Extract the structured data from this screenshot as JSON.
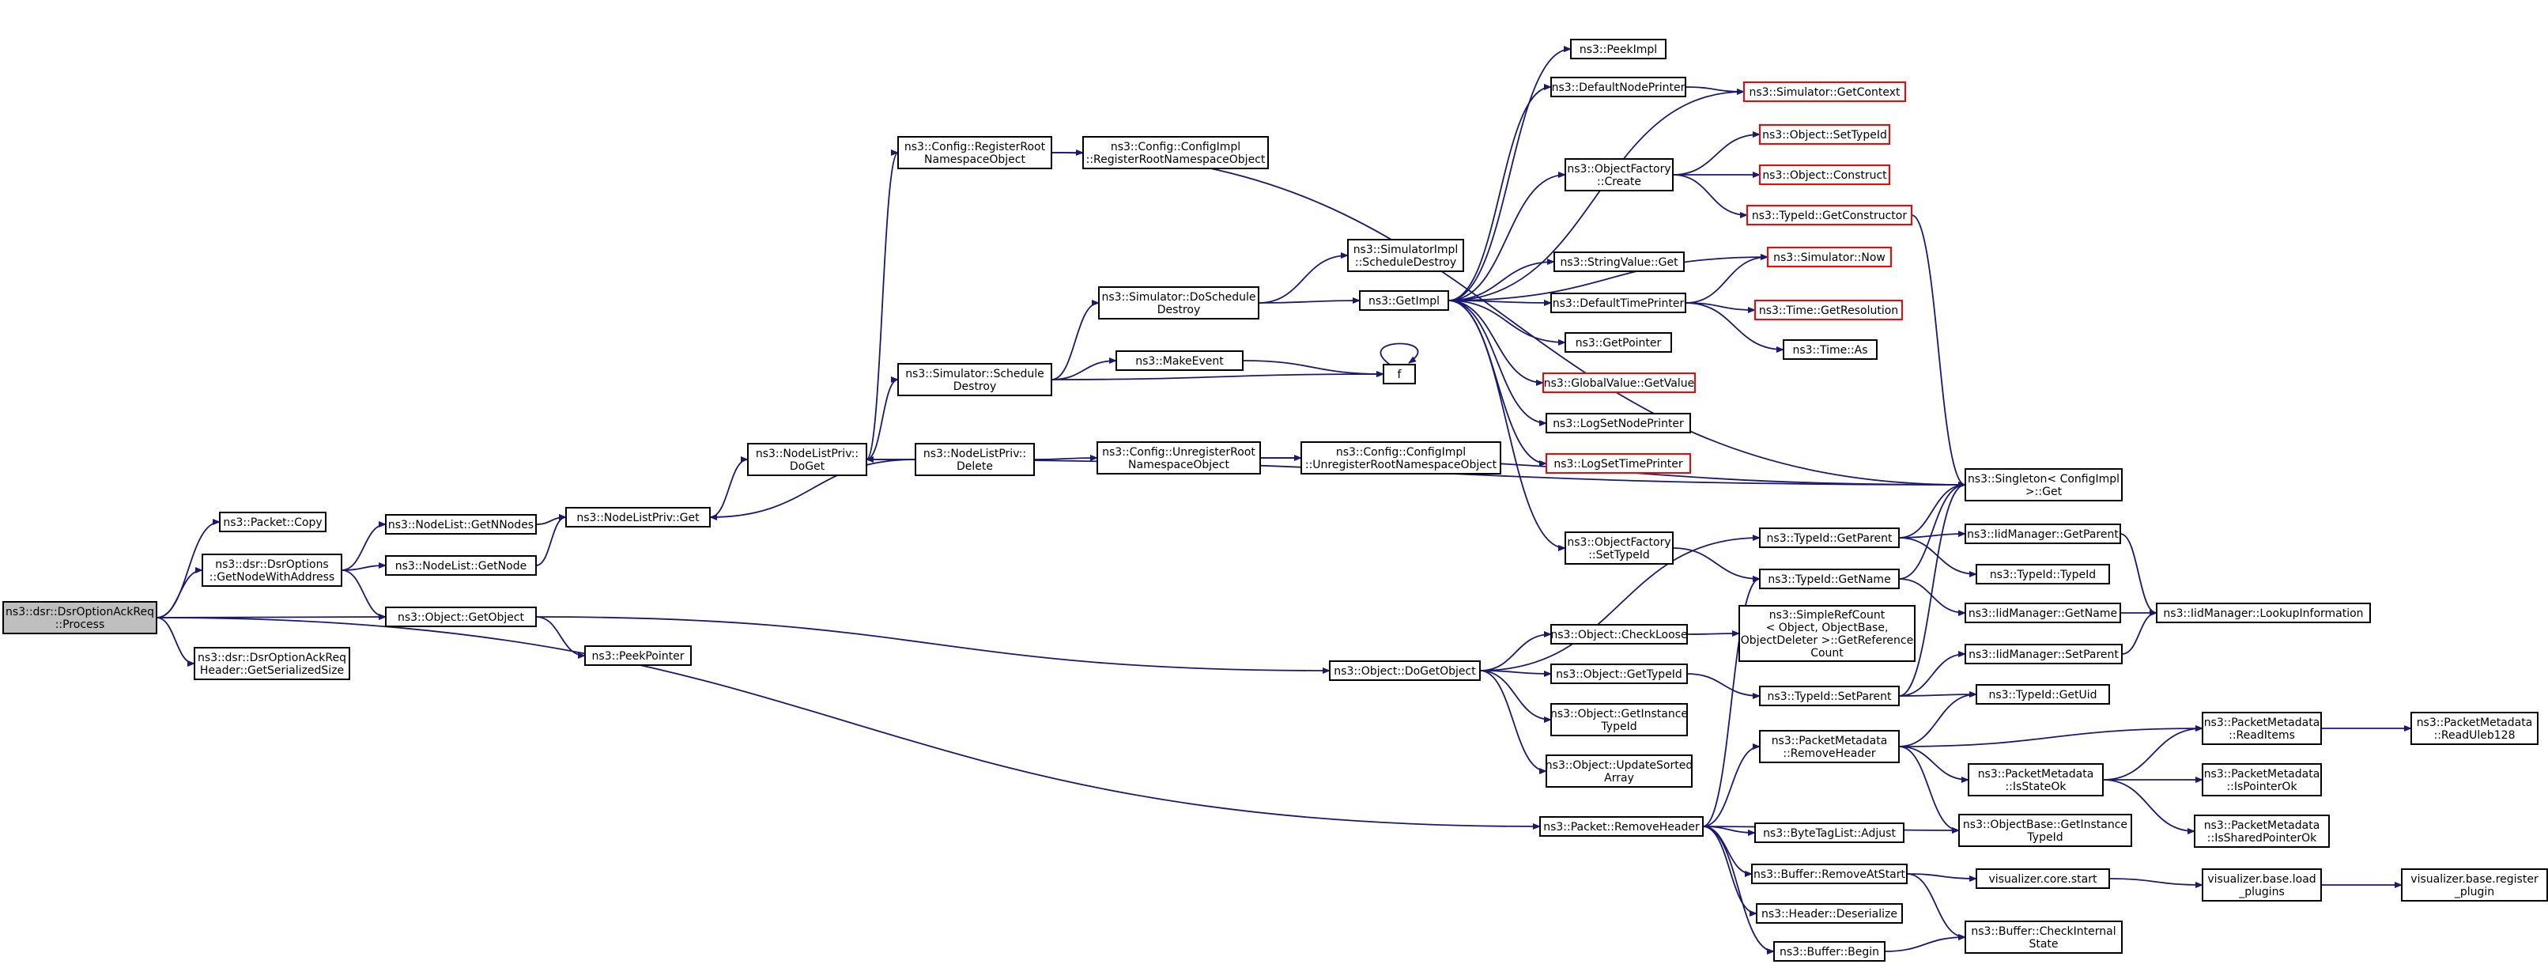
{
  "diagram": {
    "nodes": [
      {
        "id": "root",
        "lines": [
          "ns3::dsr::DsrOptionAckReq",
          "::Process"
        ],
        "style": "root"
      },
      {
        "id": "copy",
        "lines": [
          "ns3::Packet::Copy"
        ]
      },
      {
        "id": "getnodewith",
        "lines": [
          "ns3::dsr::DsrOptions",
          "::GetNodeWithAddress"
        ]
      },
      {
        "id": "getserial",
        "lines": [
          "ns3::dsr::DsrOptionAckReq",
          "Header::GetSerializedSize"
        ]
      },
      {
        "id": "getnnodes",
        "lines": [
          "ns3::NodeList::GetNNodes"
        ]
      },
      {
        "id": "nl_getnode",
        "lines": [
          "ns3::NodeList::GetNode"
        ]
      },
      {
        "id": "getobject",
        "lines": [
          "ns3::Object::GetObject"
        ]
      },
      {
        "id": "nlp_get",
        "lines": [
          "ns3::NodeListPriv::Get"
        ]
      },
      {
        "id": "peekpointer",
        "lines": [
          "ns3::PeekPointer"
        ]
      },
      {
        "id": "doget",
        "lines": [
          "ns3::NodeListPriv::",
          "DoGet"
        ]
      },
      {
        "id": "nlp_delete",
        "lines": [
          "ns3::NodeListPriv::",
          "Delete"
        ]
      },
      {
        "id": "regroot",
        "lines": [
          "ns3::Config::RegisterRoot",
          "NamespaceObject"
        ]
      },
      {
        "id": "sched_destroy",
        "lines": [
          "ns3::Simulator::Schedule",
          "Destroy"
        ]
      },
      {
        "id": "cfg_regroot",
        "lines": [
          "ns3::Config::ConfigImpl",
          "::RegisterRootNamespaceObject"
        ]
      },
      {
        "id": "do_sched_destroy",
        "lines": [
          "ns3::Simulator::DoSchedule",
          "Destroy"
        ]
      },
      {
        "id": "makeevent",
        "lines": [
          "ns3::MakeEvent"
        ]
      },
      {
        "id": "unregroot",
        "lines": [
          "ns3::Config::UnregisterRoot",
          "NamespaceObject"
        ]
      },
      {
        "id": "cfg_unregroot",
        "lines": [
          "ns3::Config::ConfigImpl",
          "::UnregisterRootNamespaceObject"
        ]
      },
      {
        "id": "simimpl_sched",
        "lines": [
          "ns3::SimulatorImpl",
          "::ScheduleDestroy"
        ]
      },
      {
        "id": "getimpl",
        "lines": [
          "ns3::GetImpl"
        ]
      },
      {
        "id": "f",
        "lines": [
          "f"
        ]
      },
      {
        "id": "peekimpl",
        "lines": [
          "ns3::PeekImpl"
        ]
      },
      {
        "id": "defnodeprinter",
        "lines": [
          "ns3::DefaultNodePrinter"
        ]
      },
      {
        "id": "of_create",
        "lines": [
          "ns3::ObjectFactory",
          "::Create"
        ]
      },
      {
        "id": "strval_get",
        "lines": [
          "ns3::StringValue::Get"
        ]
      },
      {
        "id": "deftimeprinter",
        "lines": [
          "ns3::DefaultTimePrinter"
        ]
      },
      {
        "id": "getpointer",
        "lines": [
          "ns3::GetPointer"
        ]
      },
      {
        "id": "gv_getvalue",
        "lines": [
          "ns3::GlobalValue::GetValue"
        ],
        "style": "red"
      },
      {
        "id": "logsetnode",
        "lines": [
          "ns3::LogSetNodePrinter"
        ]
      },
      {
        "id": "logsettime",
        "lines": [
          "ns3::LogSetTimePrinter"
        ],
        "style": "red"
      },
      {
        "id": "of_settypeid",
        "lines": [
          "ns3::ObjectFactory",
          "::SetTypeId"
        ]
      },
      {
        "id": "sim_getcontext",
        "lines": [
          "ns3::Simulator::GetContext"
        ],
        "style": "red"
      },
      {
        "id": "obj_settypeid",
        "lines": [
          "ns3::Object::SetTypeId"
        ],
        "style": "red"
      },
      {
        "id": "obj_construct",
        "lines": [
          "ns3::Object::Construct"
        ],
        "style": "red"
      },
      {
        "id": "tid_getctor",
        "lines": [
          "ns3::TypeId::GetConstructor"
        ],
        "style": "red"
      },
      {
        "id": "sim_now",
        "lines": [
          "ns3::Simulator::Now"
        ],
        "style": "red"
      },
      {
        "id": "time_getres",
        "lines": [
          "ns3::Time::GetResolution"
        ],
        "style": "red"
      },
      {
        "id": "time_as",
        "lines": [
          "ns3::Time::As"
        ]
      },
      {
        "id": "singleton",
        "lines": [
          "ns3::Singleton< ConfigImpl",
          ">::Get"
        ]
      },
      {
        "id": "dogetobject",
        "lines": [
          "ns3::Object::DoGetObject"
        ]
      },
      {
        "id": "checkloose",
        "lines": [
          "ns3::Object::CheckLoose"
        ]
      },
      {
        "id": "obj_gettypeid",
        "lines": [
          "ns3::Object::GetTypeId"
        ]
      },
      {
        "id": "obj_getinst",
        "lines": [
          "ns3::Object::GetInstance",
          "TypeId"
        ]
      },
      {
        "id": "obj_updsorted",
        "lines": [
          "ns3::Object::UpdateSorted",
          "Array"
        ]
      },
      {
        "id": "simplerefcount",
        "lines": [
          "ns3::SimpleRefCount",
          "< Object, ObjectBase,",
          "ObjectDeleter >::GetReference",
          "Count"
        ]
      },
      {
        "id": "tid_getparent",
        "lines": [
          "ns3::TypeId::GetParent"
        ]
      },
      {
        "id": "tid_getname",
        "lines": [
          "ns3::TypeId::GetName"
        ]
      },
      {
        "id": "tid_setparent",
        "lines": [
          "ns3::TypeId::SetParent"
        ]
      },
      {
        "id": "iid_getparent",
        "lines": [
          "ns3::IidManager::GetParent"
        ]
      },
      {
        "id": "tid_typeid",
        "lines": [
          "ns3::TypeId::TypeId"
        ]
      },
      {
        "id": "iid_getname",
        "lines": [
          "ns3::IidManager::GetName"
        ]
      },
      {
        "id": "iid_lookup",
        "lines": [
          "ns3::IidManager::LookupInformation"
        ]
      },
      {
        "id": "iid_setparent",
        "lines": [
          "ns3::IidManager::SetParent"
        ]
      },
      {
        "id": "tid_getuid",
        "lines": [
          "ns3::TypeId::GetUid"
        ]
      },
      {
        "id": "pm_removeheader",
        "lines": [
          "ns3::PacketMetadata",
          "::RemoveHeader"
        ]
      },
      {
        "id": "pkt_removeheader",
        "lines": [
          "ns3::Packet::RemoveHeader"
        ]
      },
      {
        "id": "btl_adjust",
        "lines": [
          "ns3::ByteTagList::Adjust"
        ]
      },
      {
        "id": "buf_removeatstart",
        "lines": [
          "ns3::Buffer::RemoveAtStart"
        ]
      },
      {
        "id": "hdr_deserialize",
        "lines": [
          "ns3::Header::Deserialize"
        ]
      },
      {
        "id": "buf_begin",
        "lines": [
          "ns3::Buffer::Begin"
        ]
      },
      {
        "id": "pm_readitems",
        "lines": [
          "ns3::PacketMetadata",
          "::ReadItems"
        ]
      },
      {
        "id": "pm_isstateok",
        "lines": [
          "ns3::PacketMetadata",
          "::IsStateOk"
        ]
      },
      {
        "id": "objbase_getinst",
        "lines": [
          "ns3::ObjectBase::GetInstance",
          "TypeId"
        ]
      },
      {
        "id": "pm_readuleb",
        "lines": [
          "ns3::PacketMetadata",
          "::ReadUleb128"
        ]
      },
      {
        "id": "pm_ispointerok",
        "lines": [
          "ns3::PacketMetadata",
          "::IsPointerOk"
        ]
      },
      {
        "id": "pm_issharedok",
        "lines": [
          "ns3::PacketMetadata",
          "::IsSharedPointerOk"
        ]
      },
      {
        "id": "vis_core_start",
        "lines": [
          "visualizer.core.start"
        ]
      },
      {
        "id": "buf_checkinternal",
        "lines": [
          "ns3::Buffer::CheckInternal",
          "State"
        ]
      },
      {
        "id": "vis_load_plugins",
        "lines": [
          "visualizer.base.load",
          "_plugins"
        ]
      },
      {
        "id": "vis_register_plugin",
        "lines": [
          "visualizer.base.register",
          "_plugin"
        ]
      }
    ],
    "edges": [
      [
        "root",
        "copy"
      ],
      [
        "root",
        "getnodewith"
      ],
      [
        "root",
        "getobject"
      ],
      [
        "root",
        "getserial"
      ],
      [
        "root",
        "pkt_removeheader"
      ],
      [
        "getnodewith",
        "getnnodes"
      ],
      [
        "getnodewith",
        "nl_getnode"
      ],
      [
        "getnodewith",
        "getobject"
      ],
      [
        "getnnodes",
        "nlp_get"
      ],
      [
        "nl_getnode",
        "nlp_get"
      ],
      [
        "getobject",
        "peekpointer"
      ],
      [
        "getobject",
        "dogetobject"
      ],
      [
        "nlp_get",
        "doget"
      ],
      [
        "doget",
        "regroot"
      ],
      [
        "doget",
        "sched_destroy"
      ],
      [
        "doget",
        "singleton"
      ],
      [
        "nlp_delete",
        "doget"
      ],
      [
        "nlp_delete",
        "nlp_get"
      ],
      [
        "nlp_delete",
        "unregroot"
      ],
      [
        "regroot",
        "cfg_regroot"
      ],
      [
        "regroot",
        "singleton"
      ],
      [
        "sched_destroy",
        "do_sched_destroy"
      ],
      [
        "sched_destroy",
        "makeevent"
      ],
      [
        "sched_destroy",
        "f"
      ],
      [
        "do_sched_destroy",
        "simimpl_sched"
      ],
      [
        "do_sched_destroy",
        "getimpl"
      ],
      [
        "makeevent",
        "f"
      ],
      [
        "f",
        "f"
      ],
      [
        "unregroot",
        "cfg_unregroot"
      ],
      [
        "unregroot",
        "singleton"
      ],
      [
        "getimpl",
        "peekimpl"
      ],
      [
        "getimpl",
        "defnodeprinter"
      ],
      [
        "getimpl",
        "sim_getcontext"
      ],
      [
        "getimpl",
        "of_create"
      ],
      [
        "getimpl",
        "sim_now"
      ],
      [
        "getimpl",
        "strval_get"
      ],
      [
        "getimpl",
        "deftimeprinter"
      ],
      [
        "getimpl",
        "getpointer"
      ],
      [
        "getimpl",
        "gv_getvalue"
      ],
      [
        "getimpl",
        "logsetnode"
      ],
      [
        "getimpl",
        "logsettime"
      ],
      [
        "getimpl",
        "of_settypeid"
      ],
      [
        "defnodeprinter",
        "sim_getcontext"
      ],
      [
        "of_create",
        "obj_settypeid"
      ],
      [
        "of_create",
        "obj_construct"
      ],
      [
        "of_create",
        "tid_getctor"
      ],
      [
        "tid_getctor",
        "singleton"
      ],
      [
        "deftimeprinter",
        "sim_now"
      ],
      [
        "deftimeprinter",
        "time_getres"
      ],
      [
        "deftimeprinter",
        "time_as"
      ],
      [
        "of_settypeid",
        "tid_getname"
      ],
      [
        "dogetobject",
        "tid_getparent"
      ],
      [
        "dogetobject",
        "checkloose"
      ],
      [
        "dogetobject",
        "obj_gettypeid"
      ],
      [
        "dogetobject",
        "obj_getinst"
      ],
      [
        "dogetobject",
        "obj_updsorted"
      ],
      [
        "checkloose",
        "simplerefcount"
      ],
      [
        "obj_gettypeid",
        "tid_setparent"
      ],
      [
        "tid_getparent",
        "singleton"
      ],
      [
        "tid_getparent",
        "iid_getparent"
      ],
      [
        "tid_getparent",
        "tid_typeid"
      ],
      [
        "tid_getname",
        "singleton"
      ],
      [
        "tid_getname",
        "iid_getname"
      ],
      [
        "tid_setparent",
        "singleton"
      ],
      [
        "tid_setparent",
        "iid_setparent"
      ],
      [
        "tid_setparent",
        "tid_getuid"
      ],
      [
        "iid_getparent",
        "iid_lookup"
      ],
      [
        "iid_getname",
        "iid_lookup"
      ],
      [
        "iid_setparent",
        "iid_lookup"
      ],
      [
        "pkt_removeheader",
        "tid_getname"
      ],
      [
        "pkt_removeheader",
        "pm_removeheader"
      ],
      [
        "pkt_removeheader",
        "objbase_getinst"
      ],
      [
        "pkt_removeheader",
        "btl_adjust"
      ],
      [
        "pkt_removeheader",
        "buf_removeatstart"
      ],
      [
        "pkt_removeheader",
        "hdr_deserialize"
      ],
      [
        "pkt_removeheader",
        "buf_begin"
      ],
      [
        "pm_removeheader",
        "tid_getuid"
      ],
      [
        "pm_removeheader",
        "pm_readitems"
      ],
      [
        "pm_removeheader",
        "pm_isstateok"
      ],
      [
        "pm_removeheader",
        "objbase_getinst"
      ],
      [
        "pm_isstateok",
        "pm_readitems"
      ],
      [
        "pm_isstateok",
        "pm_ispointerok"
      ],
      [
        "pm_isstateok",
        "pm_issharedok"
      ],
      [
        "pm_readitems",
        "pm_readuleb"
      ],
      [
        "buf_removeatstart",
        "vis_core_start"
      ],
      [
        "buf_removeatstart",
        "buf_checkinternal"
      ],
      [
        "buf_begin",
        "buf_checkinternal"
      ],
      [
        "vis_core_start",
        "vis_load_plugins"
      ],
      [
        "vis_load_plugins",
        "vis_register_plugin"
      ]
    ]
  }
}
